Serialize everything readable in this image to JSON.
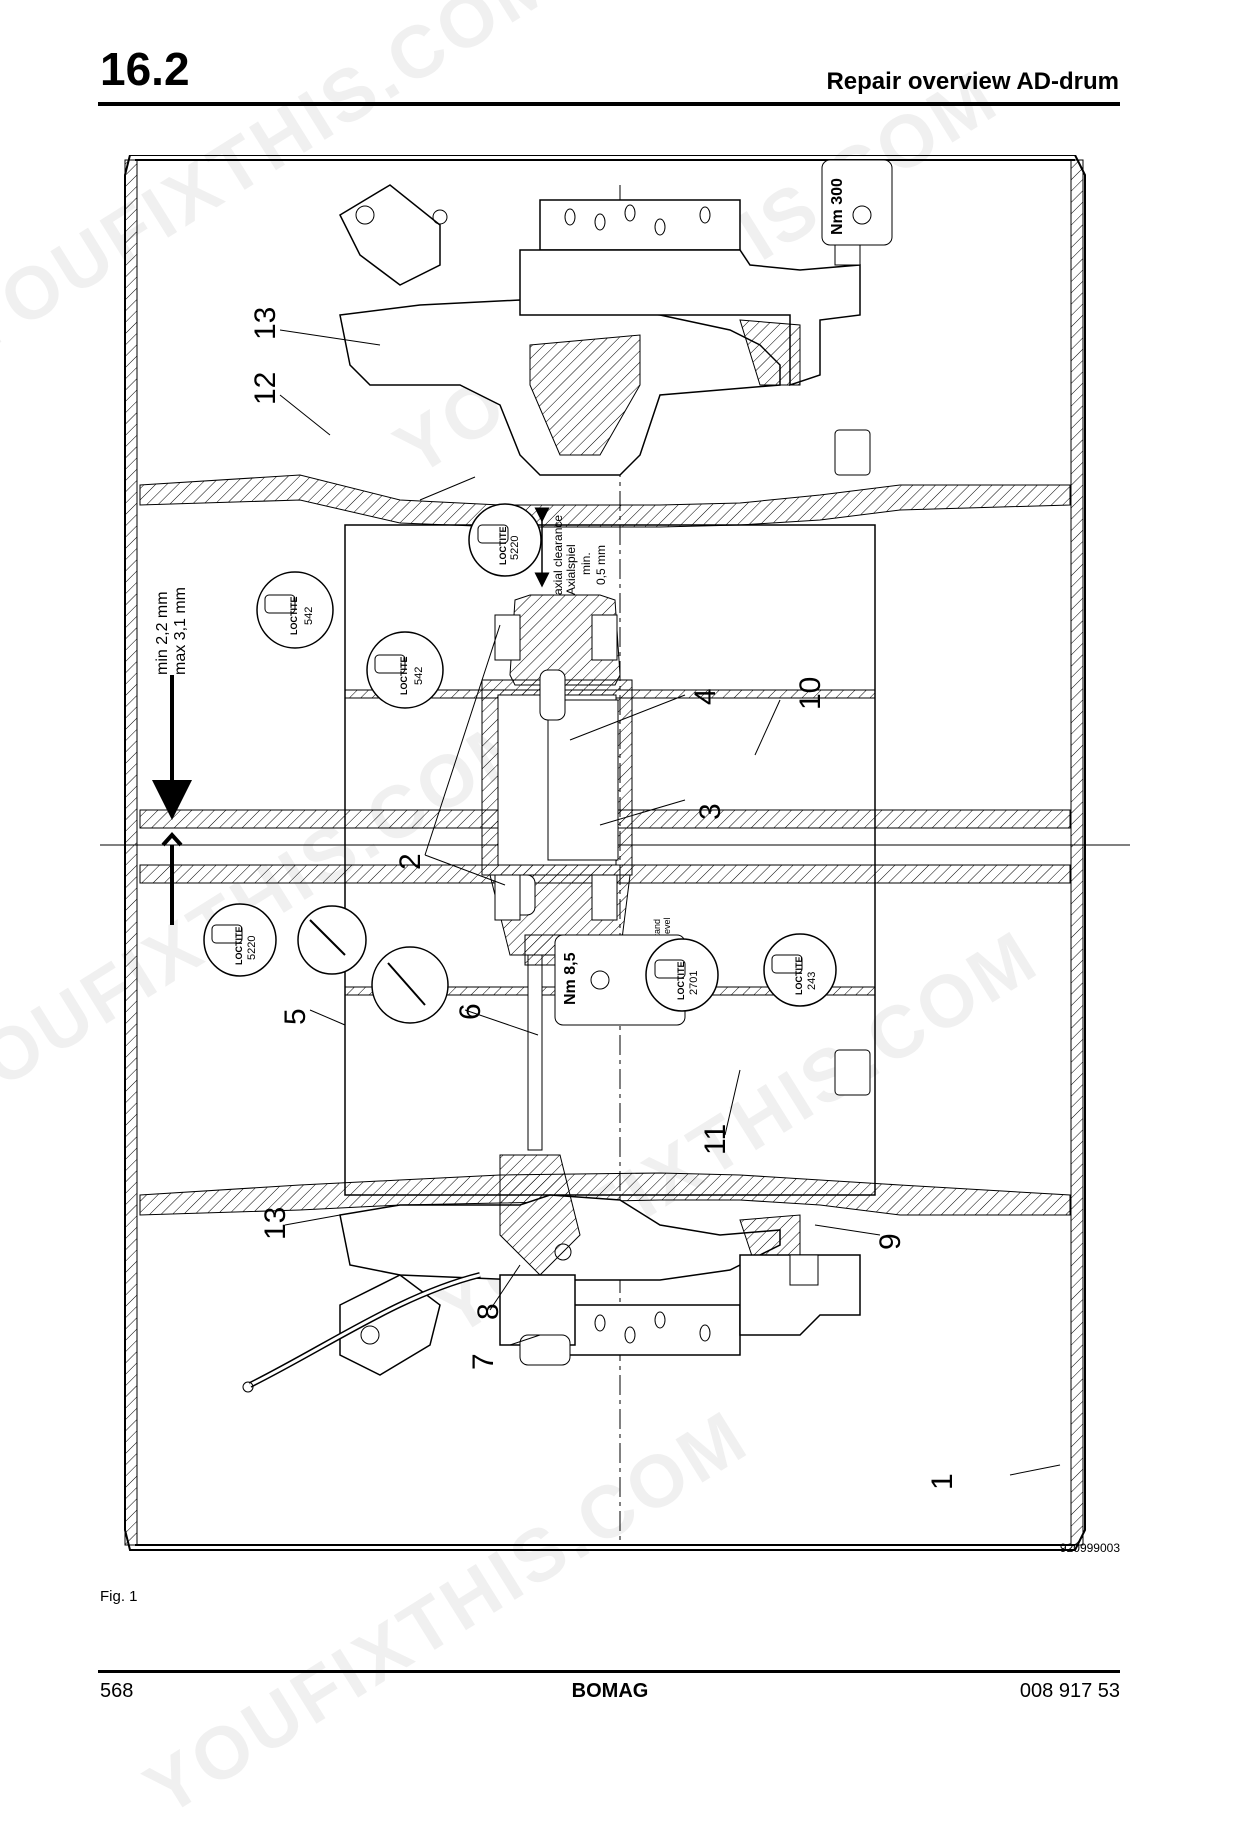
{
  "header": {
    "section": "16.2",
    "title": "Repair overview AD-drum"
  },
  "figure": {
    "callouts": [
      "1",
      "2",
      "3",
      "4",
      "5",
      "6",
      "7",
      "8",
      "9",
      "10",
      "11",
      "12",
      "13"
    ],
    "clearance": {
      "min": "min 2,2 mm",
      "max": "max 3,1 mm"
    },
    "axial": {
      "line1": "axial clearance",
      "line2": "Axialspiel",
      "line3": "min.",
      "line4": "0,5 mm"
    },
    "oil": {
      "line1": "Ölstand",
      "line2": "Oil-level"
    },
    "torque": {
      "nm300": "Nm 300",
      "nm85": "Nm 8,5"
    },
    "loctite": {
      "word": "LOCTITE",
      "v5220": "5220",
      "v542": "542",
      "v2701": "2701",
      "v243": "243"
    },
    "drawing_number": "920999003",
    "caption": "Fig. 1"
  },
  "watermark": "YOUFIXTHIS.COM",
  "footer": {
    "page": "568",
    "brand": "BOMAG",
    "doc": "008 917 53"
  }
}
